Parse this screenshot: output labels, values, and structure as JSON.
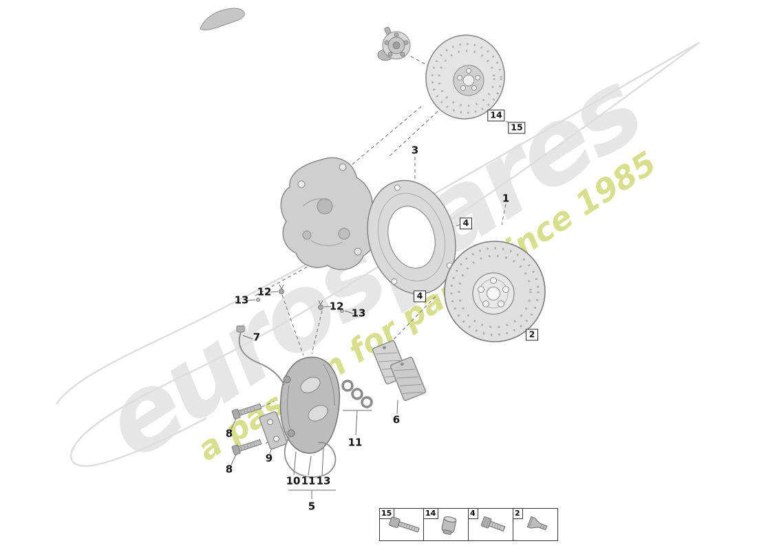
{
  "watermark": {
    "main": "eurospares",
    "tagline": "a passion for parts since 1985"
  },
  "colors": {
    "watermark_gray": "#c9c9c9",
    "tagline_green": "#bfcc4a"
  },
  "callouts": {
    "c1": "1",
    "c2": "2",
    "c3": "3",
    "c4a": "4",
    "c4b": "4",
    "c5": "5",
    "c6": "6",
    "c7": "7",
    "c8a": "8",
    "c8b": "8",
    "c9": "9",
    "c10": "10",
    "c11a": "11",
    "c11b": "11",
    "c12a": "12",
    "c12b": "12",
    "c13a": "13",
    "c13b": "13",
    "c13c": "13",
    "c14": "14",
    "c15": "15"
  },
  "legend": {
    "items": [
      {
        "label": "15",
        "icon": "socket-head-bolt-icon"
      },
      {
        "label": "14",
        "icon": "cap-nut-icon"
      },
      {
        "label": "4",
        "icon": "hex-flange-bolt-icon"
      },
      {
        "label": "2",
        "icon": "countersunk-screw-icon"
      }
    ]
  }
}
